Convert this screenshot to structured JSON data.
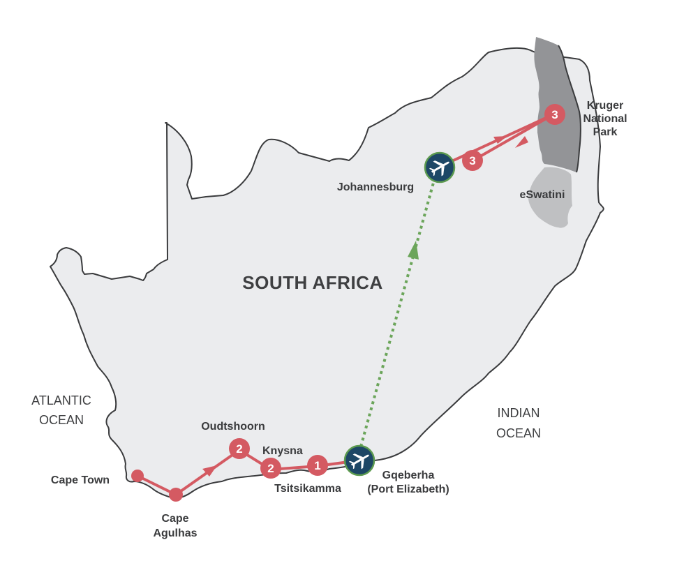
{
  "map": {
    "country_label": "SOUTH AFRICA",
    "oceans": [
      {
        "line1": "ATLANTIC",
        "line2": "OCEAN"
      },
      {
        "line1": "INDIAN",
        "line2": "OCEAN"
      }
    ],
    "regions": {
      "kruger": {
        "line1": "Kruger",
        "line2": "National",
        "line3": "Park",
        "color": "#939497"
      },
      "eswatini": {
        "label": "eSwatini",
        "color": "#bfc0c2"
      }
    },
    "colors": {
      "land": "#ebecee",
      "border": "#3a3b3d",
      "route": "#d45a62",
      "flight": "#6ba55a",
      "airport_fill": "#1d4766",
      "airport_ring": "#5c9a4f"
    },
    "stops": [
      {
        "name": "Cape Town",
        "nights": ""
      },
      {
        "name_line1": "Cape",
        "name_line2": "Agulhas",
        "nights": ""
      },
      {
        "name": "Oudtshoorn",
        "nights": "2"
      },
      {
        "name": "Knysna",
        "nights": "2"
      },
      {
        "name": "Tsitsikamma",
        "nights": "1"
      },
      {
        "name_line1": "Gqeberha",
        "name_line2": "(Port Elizabeth)",
        "type": "airport"
      },
      {
        "name": "Johannesburg",
        "type": "airport",
        "nights": "3"
      },
      {
        "name": "Kruger National Park",
        "nights": "3"
      }
    ]
  }
}
